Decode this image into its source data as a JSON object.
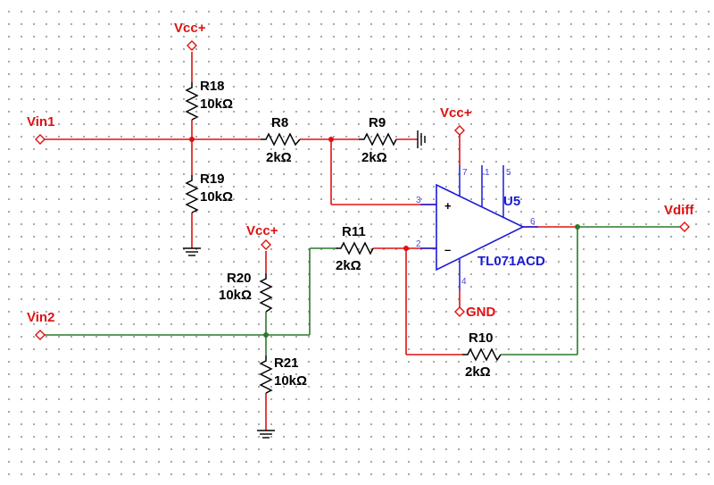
{
  "nets": {
    "vcc_top": "Vcc+",
    "vcc_opamp": "Vcc+",
    "vcc_mid": "Vcc+",
    "vin1": "Vin1",
    "vin2": "Vin2",
    "vdiff": "Vdiff",
    "gnd": "GND"
  },
  "resistors": {
    "r18": {
      "ref": "R18",
      "value": "10kΩ"
    },
    "r19": {
      "ref": "R19",
      "value": "10kΩ"
    },
    "r8": {
      "ref": "R8",
      "value": "2kΩ"
    },
    "r9": {
      "ref": "R9",
      "value": "2kΩ"
    },
    "r11": {
      "ref": "R11",
      "value": "2kΩ"
    },
    "r10": {
      "ref": "R10",
      "value": "2kΩ"
    },
    "r20": {
      "ref": "R20",
      "value": "10kΩ"
    },
    "r21": {
      "ref": "R21",
      "value": "10kΩ"
    }
  },
  "opamp": {
    "ref": "U5",
    "part": "TL071ACD",
    "plus": "+",
    "minus": "–",
    "pins": {
      "p7": "7",
      "p1": "1",
      "p5": "5",
      "p3": "3",
      "p2": "2",
      "p6": "6",
      "p4": "4"
    }
  },
  "colors": {
    "red_net": "#e01010",
    "green_net": "#2b7a2b",
    "component": "#1a1ad6",
    "grid": "#9a9a9a"
  }
}
